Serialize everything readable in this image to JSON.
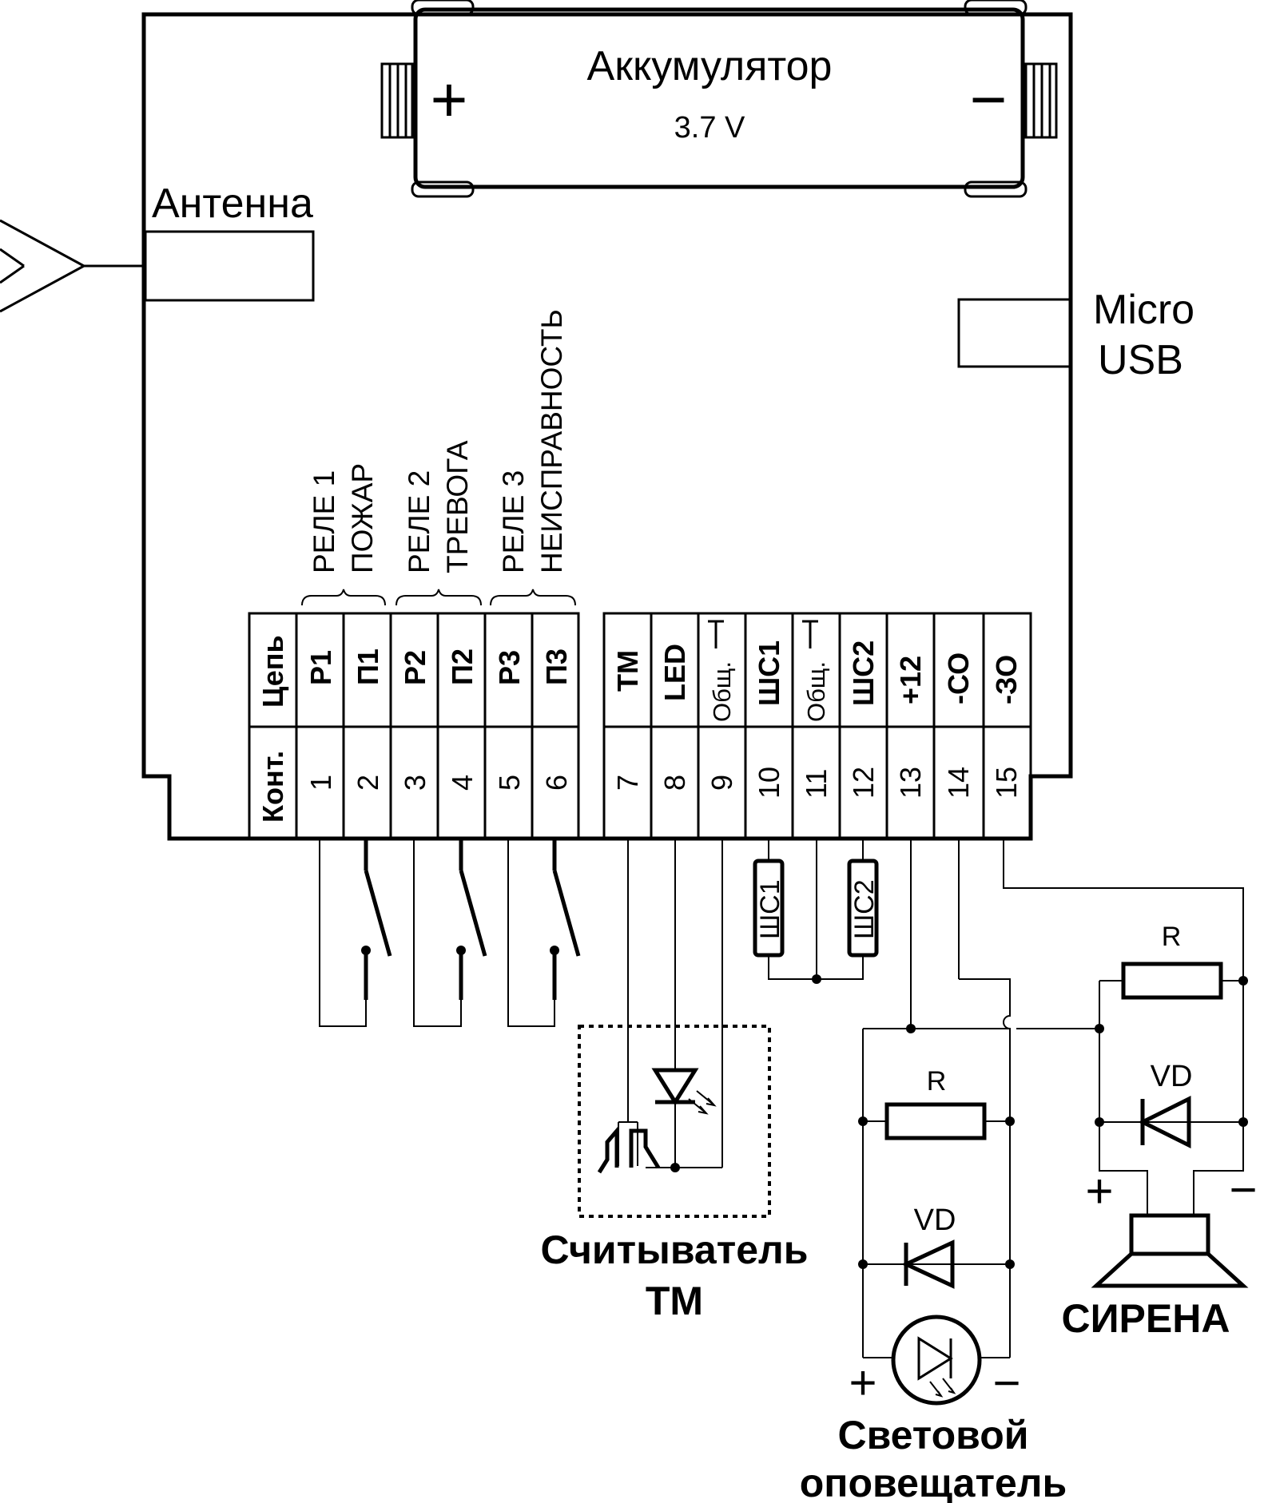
{
  "battery": {
    "label": "Аккумулятор",
    "voltage": "3.7 V"
  },
  "antenna": {
    "label": "Антенна"
  },
  "usb": {
    "label_line1": "Micro",
    "label_line2": "USB"
  },
  "relays": [
    {
      "line1": "РЕЛЕ 1",
      "line2": "ПОЖАР"
    },
    {
      "line1": "РЕЛЕ 2",
      "line2": "ТРЕВОГА"
    },
    {
      "line1": "РЕЛЕ 3",
      "line2": "НЕИСПРАВНОСТЬ"
    }
  ],
  "terminal_block": {
    "row_headers": {
      "circuit": "Цепь",
      "contact": "Конт."
    },
    "terminals": [
      {
        "circuit": "Р1",
        "contact": "1"
      },
      {
        "circuit": "П1",
        "contact": "2"
      },
      {
        "circuit": "Р2",
        "contact": "3"
      },
      {
        "circuit": "П2",
        "contact": "4"
      },
      {
        "circuit": "Р3",
        "contact": "5"
      },
      {
        "circuit": "П3",
        "contact": "6"
      },
      {
        "circuit": "ТМ",
        "contact": "7"
      },
      {
        "circuit": "LED",
        "contact": "8"
      },
      {
        "circuit": "Общ.",
        "contact": "9"
      },
      {
        "circuit": "ШС1",
        "contact": "10"
      },
      {
        "circuit": "Общ.",
        "contact": "11"
      },
      {
        "circuit": "ШС2",
        "contact": "12"
      },
      {
        "circuit": "+12",
        "contact": "13"
      },
      {
        "circuit": "-СО",
        "contact": "14"
      },
      {
        "circuit": "-ЗО",
        "contact": "15"
      }
    ]
  },
  "loops": {
    "shs1": "ШС1",
    "shs2": "ШС2"
  },
  "reader": {
    "line1": "Считыватель",
    "line2": "ТМ"
  },
  "light": {
    "resistor": "R",
    "diode": "VD",
    "plus": "+",
    "minus": "−",
    "line1": "Световой",
    "line2": "оповещатель"
  },
  "siren": {
    "resistor": "R",
    "diode": "VD",
    "plus": "+",
    "minus": "−",
    "label": "СИРЕНА"
  },
  "battery_terminals": {
    "plus": "+",
    "minus": "−"
  }
}
